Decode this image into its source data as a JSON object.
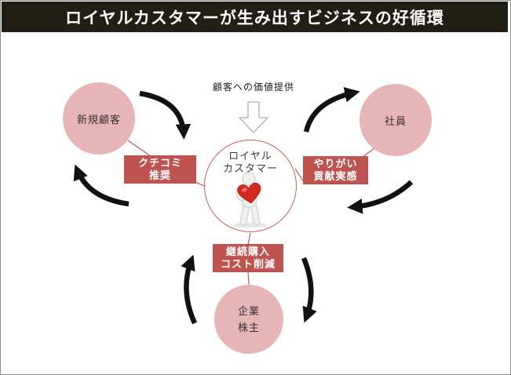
{
  "page": {
    "title": "ロイヤルカスタマーが生み出すビジネスの好循環"
  },
  "diagram": {
    "top_caption": "顧客への価値提供",
    "center": {
      "id": "loyal-customer",
      "line1": "ロイヤル",
      "line2": "カスタマー",
      "icon": "person-holding-heart"
    },
    "nodes": [
      {
        "id": "new-customers",
        "label": "新規顧客"
      },
      {
        "id": "employees",
        "label": "社員"
      },
      {
        "id": "company-shareholders",
        "line1": "企業",
        "line2": "株主"
      }
    ],
    "edges": [
      {
        "id": "word-of-mouth",
        "line1": "クチコミ",
        "line2": "推奨"
      },
      {
        "id": "fulfillment",
        "line1": "やりがい",
        "line2": "貢献実感"
      },
      {
        "id": "repeat-purchase",
        "line1": "継続購入",
        "line2": "コスト削減"
      }
    ],
    "colors": {
      "header_bg": "#211E13",
      "node_fill": "#E7B5B5",
      "label_bg": "#BE534F",
      "circle_border": "#C8625C",
      "connector": "#C0504D",
      "arrow": "#111111",
      "heart": "#D5291E",
      "page_border": "#8D8D8D"
    }
  }
}
